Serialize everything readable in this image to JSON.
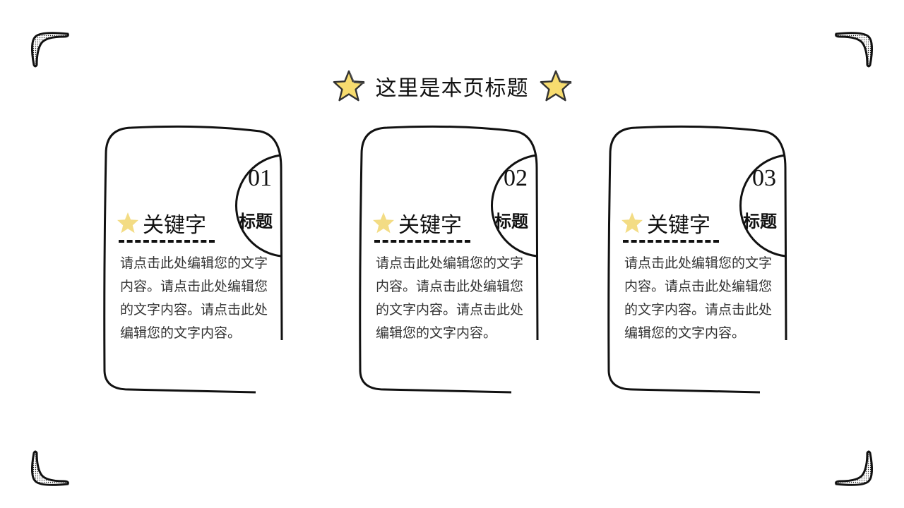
{
  "title": "这里是本页标题",
  "colors": {
    "star": "#f5d76e",
    "stroke": "#111111"
  },
  "cards": [
    {
      "number": "01",
      "subtitle": "标题",
      "keyword": "关键字",
      "body": "请点击此处编辑您的文字内容。请点击此处编辑您的文字内容。请点击此处编辑您的文字内容。"
    },
    {
      "number": "02",
      "subtitle": "标题",
      "keyword": "关键字",
      "body": "请点击此处编辑您的文字内容。请点击此处编辑您的文字内容。请点击此处编辑您的文字内容。"
    },
    {
      "number": "03",
      "subtitle": "标题",
      "keyword": "关键字",
      "body": "请点击此处编辑您的文字内容。请点击此处编辑您的文字内容。请点击此处编辑您的文字内容。"
    }
  ]
}
